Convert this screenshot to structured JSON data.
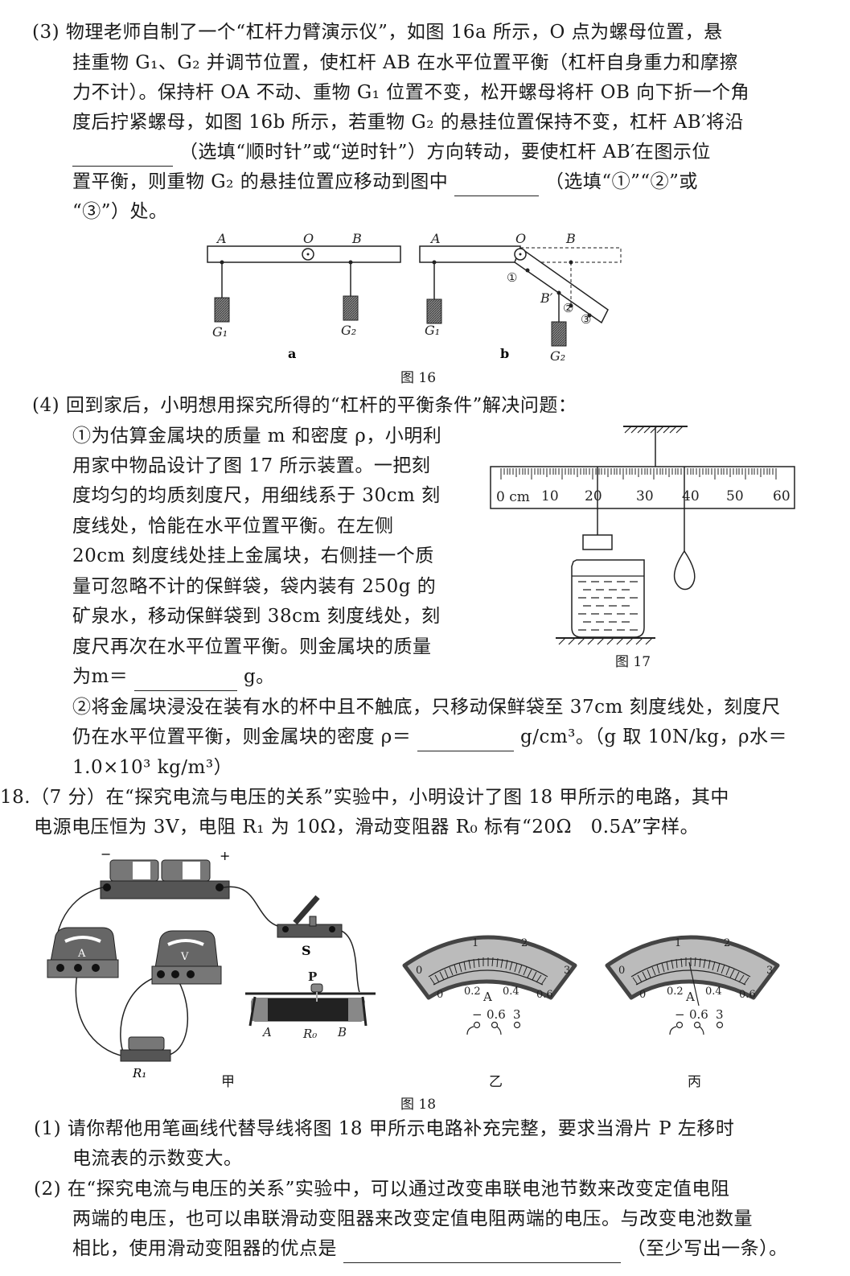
{
  "q17_3": {
    "lines": [
      "(3) 物理老师自制了一个“杠杆力臂演示仪”，如图 16a 所示，O 点为螺母位置，悬",
      "挂重物 G₁、G₂ 并调节位置，使杠杆 AB 在水平位置平衡（杠杆自身重力和摩擦",
      "力不计）。保持杆 OA 不动、重物 G₁ 位置不变，松开螺母将杆 OB 向下折一个角",
      "度后拧紧螺母，如图 16b 所示，若重物 G₂ 的悬挂位置保持不变，杠杆 AB′将沿",
      "（选填“顺时针”或“逆时针”）方向转动，要使杠杆 AB′在图示位",
      "置平衡，则重物 G₂ 的悬挂位置应移动到图中",
      "（选填“①”“②”或",
      "“③”）处。"
    ]
  },
  "fig16": {
    "caption": "图 16",
    "sub_a": "a",
    "sub_b": "b",
    "labels": {
      "A": "A",
      "O": "O",
      "B": "B",
      "B_prime": "B′",
      "G1": "G₁",
      "G2": "G₂",
      "p1": "①",
      "p2": "②",
      "p3": "③"
    }
  },
  "q17_4": {
    "intro": "(4) 回到家后，小明想用探究所得的“杠杆的平衡条件”解决问题：",
    "part1_lines": [
      "①为估算金属块的质量 m 和密度 ρ，小明利",
      "用家中物品设计了图 17 所示装置。一把刻",
      "度均匀的均质刻度尺，用细线系于 30cm 刻",
      "度线处，恰能在水平位置平衡。在左侧",
      "20cm 刻度线处挂上金属块，右侧挂一个质",
      "量可忽略不计的保鲜袋，袋内装有 250g 的",
      "矿泉水，移动保鲜袋到 38cm 刻度线处，刻",
      "度尺再次在水平位置平衡。则金属块的质量"
    ],
    "mass_prefix": "为m＝",
    "mass_unit": "g。",
    "part2_line1": "②将金属块浸没在装有水的杯中且不触底，只移动保鲜袋至 37cm 刻度线处，刻度尺",
    "part2_line2_prefix": "仍在水平位置平衡，则金属块的密度 ρ＝",
    "part2_line2_suffix": "g/cm³。（g 取 10N/kg，ρ水＝",
    "part2_line3": "1.0×10³ kg/m³）"
  },
  "fig17": {
    "caption": "图 17",
    "ruler_ticks": [
      "0 cm",
      "10",
      "20",
      "30",
      "40",
      "50",
      "60"
    ]
  },
  "q18": {
    "line1": "18.（7 分）在“探究电流与电压的关系”实验中，小明设计了图 18 甲所示的电路，其中",
    "line2": "电源电压恒为 3V，电阻 R₁ 为 10Ω，滑动变阻器 R₀ 标有“20Ω　0.5A”字样。",
    "sub1_lines": [
      "(1) 请你帮他用笔画线代替导线将图 18 甲所示电路补充完整，要求当滑片 P 左移时",
      "电流表的示数变大。"
    ],
    "sub2_lines": [
      "(2) 在“探究电流与电压的关系”实验中，可以通过改变串联电池节数来改变定值电阻",
      "两端的电压，也可以串联滑动变阻器来改变定值电阻两端的电压。与改变电池数量",
      "相比，使用滑动变阻器的优点是"
    ],
    "sub2_suffix": "（至少写出一条）。"
  },
  "fig18": {
    "caption": "图 18",
    "jia": "甲",
    "yi": "乙",
    "bing": "丙",
    "labels": {
      "minus": "−",
      "plus": "+",
      "S": "S",
      "P": "P",
      "A": "A",
      "R0": "R₀",
      "B": "B",
      "R1": "R₁",
      "ammeter": "A",
      "voltmeter": "V"
    },
    "meter": {
      "top_scale": [
        "0",
        "1",
        "2",
        "3"
      ],
      "bottom_scale": [
        "0",
        "0.2",
        "0.4",
        "0.6"
      ],
      "unit": "A",
      "terminals": [
        "−",
        "0.6",
        "3"
      ]
    }
  }
}
